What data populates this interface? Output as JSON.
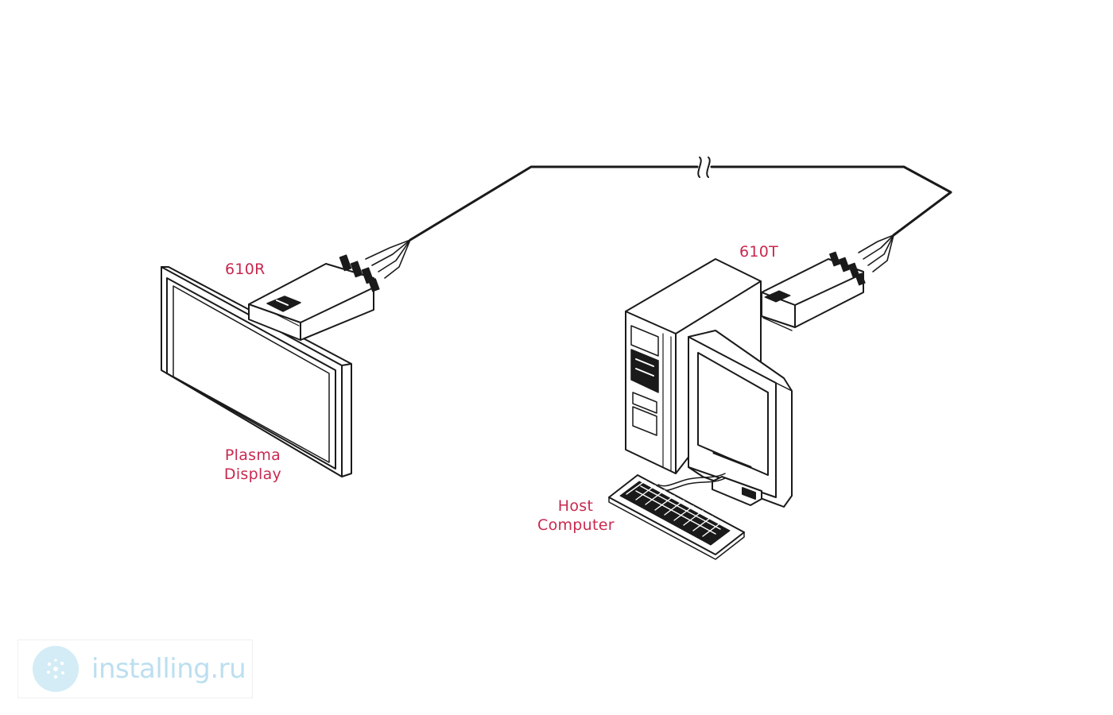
{
  "labels": {
    "receiver": "610R",
    "transmitter": "610T",
    "display_line1": "Plasma",
    "display_line2": "Display",
    "computer_line1": "Host",
    "computer_line2": "Computer"
  },
  "watermark": {
    "text": "installing.ru",
    "logo_icon": "globe-logo-icon"
  },
  "colors": {
    "label": "#c8294f",
    "line": "#1a1a1a",
    "watermark": "#bcdff0"
  }
}
